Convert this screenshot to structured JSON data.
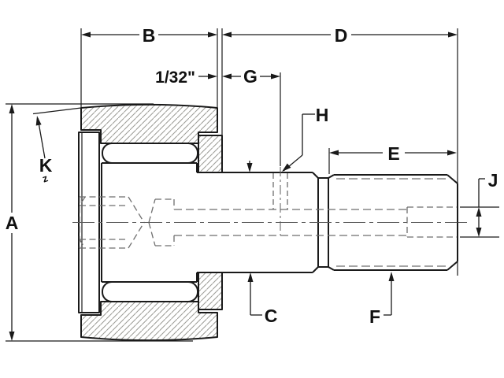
{
  "drawing": {
    "type": "technical-drawing",
    "subject": "stud-mount cam follower (threaded track roller), sectioned side view",
    "dimension_labels": {
      "a": "A",
      "b": "B",
      "c": "C",
      "d": "D",
      "e": "E",
      "f": "F",
      "g": "G",
      "h": "H",
      "j": "J",
      "k": "K"
    },
    "annotations": {
      "roller_overhang": "1/32\"",
      "k_mark": "z"
    },
    "colors": {
      "outline": "#1a1a1a",
      "hidden_line": "#6e6e6e",
      "hatch": "#9b9b95",
      "background": "#ffffff"
    }
  }
}
